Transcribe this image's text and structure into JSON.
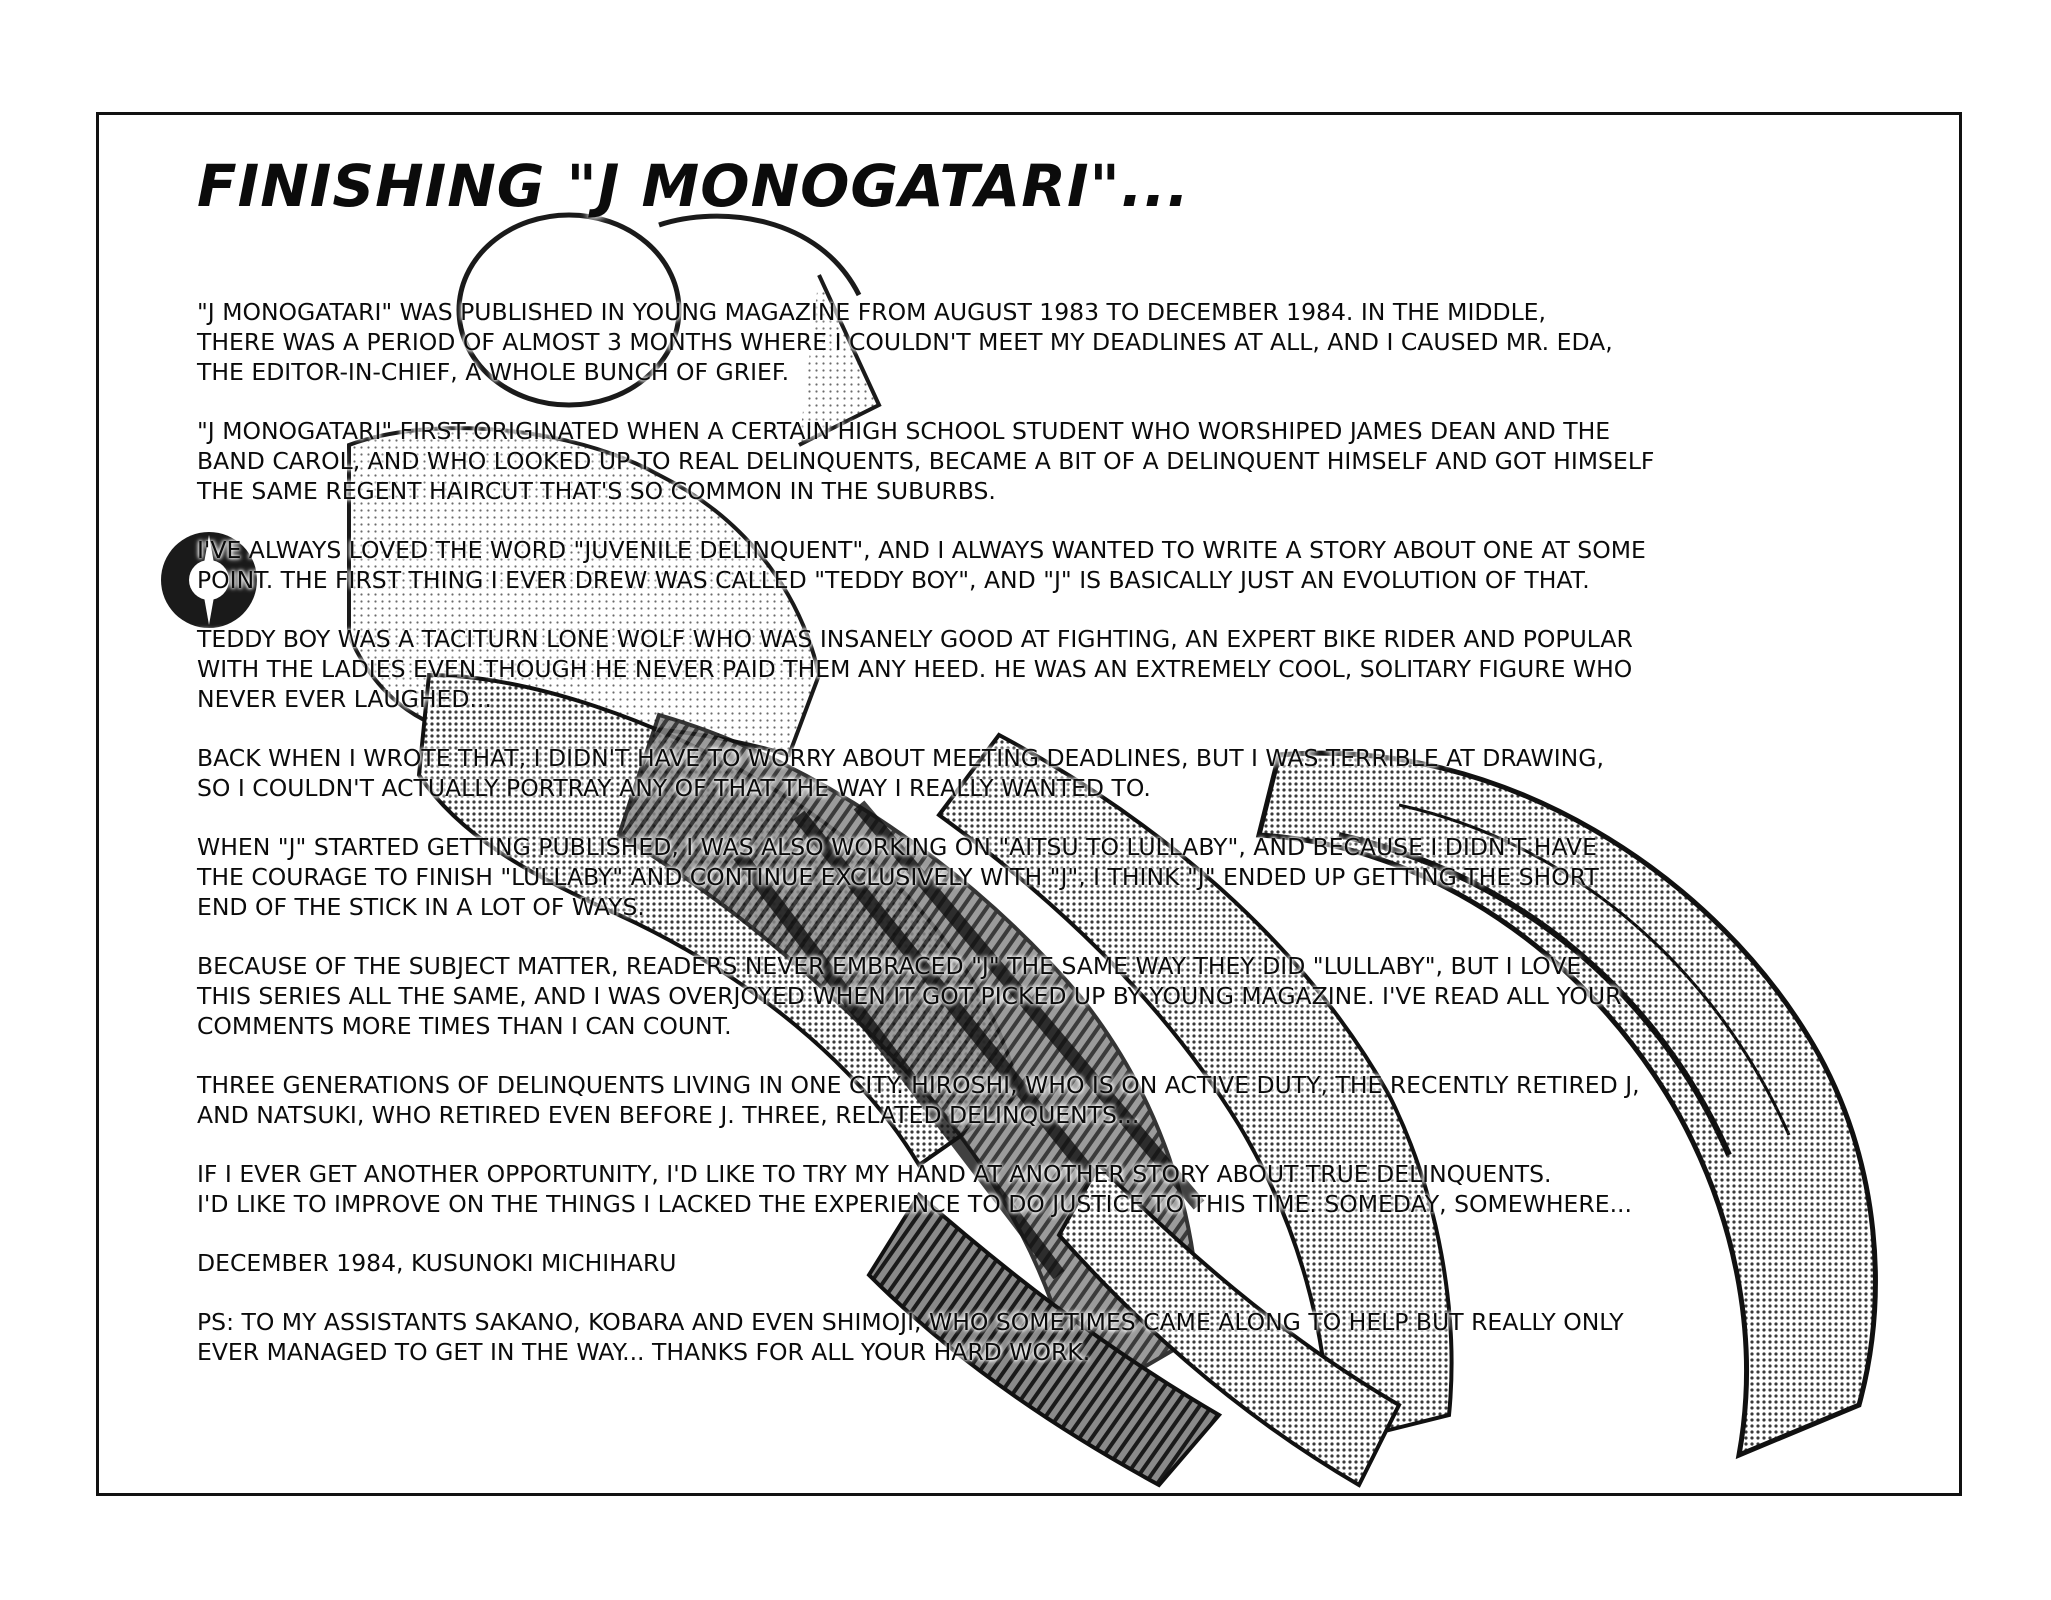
{
  "page": {
    "title": "FINISHING \"J MONOGATARI\"...",
    "paragraphs": [
      "\"J MONOGATARI\" WAS PUBLISHED IN YOUNG MAGAZINE FROM AUGUST 1983 TO DECEMBER 1984. IN THE MIDDLE,\nTHERE WAS A PERIOD OF ALMOST 3 MONTHS WHERE I COULDN'T MEET MY DEADLINES AT ALL, AND I CAUSED MR. EDA,\nTHE EDITOR-IN-CHIEF, A WHOLE BUNCH OF GRIEF.",
      "\"J MONOGATARI\" FIRST ORIGINATED WHEN A CERTAIN HIGH SCHOOL STUDENT WHO WORSHIPED JAMES DEAN AND THE\nBAND CAROL, AND WHO LOOKED UP TO REAL DELINQUENTS, BECAME A BIT OF A DELINQUENT HIMSELF AND GOT HIMSELF\nTHE SAME REGENT HAIRCUT THAT'S SO COMMON IN THE SUBURBS.",
      "I'VE ALWAYS LOVED THE WORD \"JUVENILE DELINQUENT\", AND I ALWAYS WANTED TO WRITE A STORY ABOUT ONE AT SOME\nPOINT. THE FIRST THING I EVER DREW WAS CALLED \"TEDDY BOY\", AND \"J\" IS BASICALLY JUST AN EVOLUTION OF THAT.",
      "TEDDY BOY WAS A TACITURN LONE WOLF WHO WAS INSANELY GOOD AT FIGHTING, AN EXPERT BIKE RIDER AND POPULAR\nWITH THE LADIES EVEN THOUGH HE NEVER PAID THEM ANY HEED. HE WAS AN EXTREMELY COOL, SOLITARY FIGURE WHO\nNEVER EVER LAUGHED...",
      "BACK WHEN I WROTE THAT, I DIDN'T HAVE TO WORRY ABOUT MEETING DEADLINES, BUT I WAS TERRIBLE AT DRAWING,\nSO I COULDN'T ACTUALLY PORTRAY ANY OF THAT THE WAY I REALLY WANTED TO.",
      "WHEN \"J\" STARTED GETTING PUBLISHED, I WAS ALSO WORKING ON \"AITSU TO LULLABY\", AND BECAUSE I DIDN'T HAVE\nTHE COURAGE TO FINISH \"LULLABY\" AND CONTINUE EXCLUSIVELY WITH \"J\", I THINK \"J\" ENDED UP GETTING THE SHORT\nEND OF THE STICK IN A LOT OF WAYS.",
      "BECAUSE OF THE SUBJECT MATTER, READERS NEVER EMBRACED \"J\" THE SAME WAY THEY DID \"LULLABY\", BUT I LOVE\nTHIS SERIES ALL THE SAME, AND I WAS OVERJOYED WHEN IT GOT PICKED UP BY YOUNG MAGAZINE. I'VE READ ALL YOUR\nCOMMENTS MORE TIMES THAN I CAN COUNT.",
      "THREE GENERATIONS OF DELINQUENTS LIVING IN ONE CITY. HIROSHI, WHO IS ON ACTIVE DUTY, THE RECENTLY RETIRED J,\nAND NATSUKI, WHO RETIRED EVEN BEFORE J. THREE, RELATED DELINQUENTS...",
      "IF I EVER GET ANOTHER OPPORTUNITY, I'D LIKE TO TRY MY HAND AT ANOTHER STORY ABOUT TRUE DELINQUENTS.\nI'D LIKE TO IMPROVE ON THE THINGS I LACKED THE EXPERIENCE TO DO JUSTICE TO THIS TIME. SOMEDAY, SOMEWHERE..."
    ],
    "signature": "DECEMBER 1984, KUSUNOKI MICHIHARU",
    "postscript": "PS: TO MY ASSISTANTS SAKANO, KOBARA AND EVEN SHIMOJI, WHO SOMETIMES CAME ALONG TO HELP BUT REALLY ONLY\nEVER MANAGED TO GET IN THE WAY... THANKS FOR ALL YOUR HARD WORK.",
    "colors": {
      "ink": "#0b0b0b",
      "paper": "#ffffff",
      "screentone": "#5a5a5a"
    }
  }
}
